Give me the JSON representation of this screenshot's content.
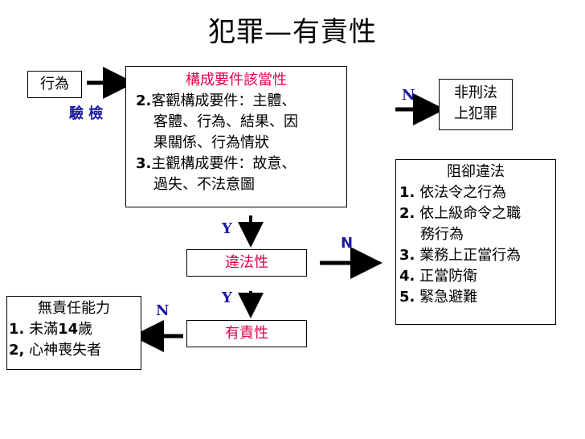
{
  "title": "犯罪—有責性",
  "box_act": {
    "label": "行為"
  },
  "verify_label": "驗 檢",
  "box_requirements": {
    "heading": "構成要件該當性",
    "items": [
      {
        "num": "2.",
        "lines": [
          "客觀構成要件：主體、",
          "客體、行為、結果、因",
          "果關係、行為情狀"
        ]
      },
      {
        "num": "3.",
        "lines": [
          "主觀構成要件：故意、",
          "過失、不法意圖"
        ]
      }
    ]
  },
  "branch_n_top": "N",
  "box_not_crime": {
    "lines": [
      "非刑法",
      "上犯罪"
    ]
  },
  "y_label_1": "Y",
  "box_illegality": {
    "label": "違法性"
  },
  "branch_n_mid": "N",
  "box_justification": {
    "heading": "阻卻違法",
    "items": [
      {
        "num": "1.",
        "lines": [
          "依法令之行為"
        ]
      },
      {
        "num": "2.",
        "lines": [
          "依上級命令之職",
          "務行為"
        ]
      },
      {
        "num": "3.",
        "lines": [
          "業務上正當行為"
        ]
      },
      {
        "num": "4.",
        "lines": [
          "正當防衛"
        ]
      },
      {
        "num": "5.",
        "lines": [
          "緊急避難"
        ]
      }
    ]
  },
  "y_label_2": "Y",
  "box_culpability": {
    "label": "有責性"
  },
  "branch_n_left": "N",
  "box_no_capacity": {
    "heading": "無責任能力",
    "items": [
      {
        "num": "1.",
        "text": "未滿",
        "num2": "14",
        "tail": "歲"
      },
      {
        "num": "2,",
        "text": "心神喪失者"
      }
    ]
  },
  "colors": {
    "heading_red": "#e0004a",
    "n_blue": "#1a1aa0",
    "arrow": "#000000"
  }
}
